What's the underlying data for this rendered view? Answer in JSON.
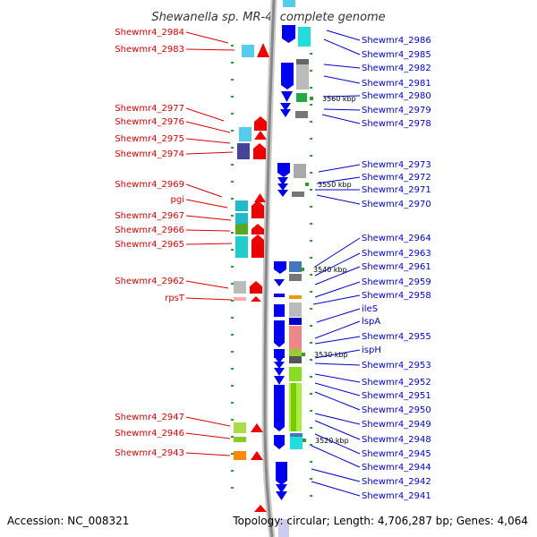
{
  "title": "Shewanella sp. MR-4, complete genome",
  "footer": {
    "accession": "Accession: NC_008321",
    "topology": "Topology: circular; Length: 4,706,287 bp; Genes: 4,064"
  },
  "colors": {
    "forward_arrow": "#0000ee",
    "reverse_arrow": "#ee0000",
    "left_label": "#dd0000",
    "right_label": "#0000cc",
    "backbone": "#888888",
    "tick": "#339933"
  },
  "ruler_marks": [
    "3560 kbp",
    "3550 kbp",
    "3540 kbp",
    "3530 kbp",
    "3520 kbp"
  ],
  "left_labels": [
    "Shewmr4_2984",
    "Shewmr4_2983",
    "Shewmr4_2977",
    "Shewmr4_2976",
    "Shewmr4_2975",
    "Shewmr4_2974",
    "Shewmr4_2969",
    "pgi",
    "Shewmr4_2967",
    "Shewmr4_2966",
    "Shewmr4_2965",
    "Shewmr4_2962",
    "rpsT",
    "Shewmr4_2947",
    "Shewmr4_2946",
    "Shewmr4_2943"
  ],
  "right_labels": [
    "Shewmr4_2986",
    "Shewmr4_2985",
    "Shewmr4_2982",
    "Shewmr4_2981",
    "Shewmr4_2980",
    "Shewmr4_2979",
    "Shewmr4_2978",
    "Shewmr4_2973",
    "Shewmr4_2972",
    "Shewmr4_2971",
    "Shewmr4_2970",
    "Shewmr4_2964",
    "Shewmr4_2963",
    "Shewmr4_2961",
    "Shewmr4_2959",
    "Shewmr4_2958",
    "ileS",
    "lspA",
    "Shewmr4_2955",
    "ispH",
    "Shewmr4_2953",
    "Shewmr4_2952",
    "Shewmr4_2951",
    "Shewmr4_2950",
    "Shewmr4_2949",
    "Shewmr4_2948",
    "Shewmr4_2945",
    "Shewmr4_2944",
    "Shewmr4_2942",
    "Shewmr4_2941"
  ]
}
